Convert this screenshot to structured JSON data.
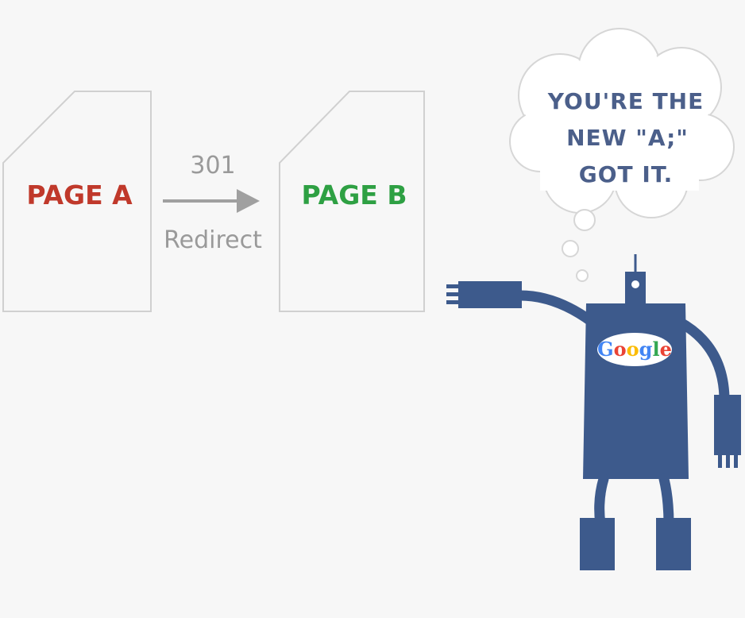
{
  "pages": {
    "source": {
      "label": "PAGE A",
      "color": "#c0392b"
    },
    "target": {
      "label": "PAGE B",
      "color": "#2ea043"
    }
  },
  "redirect": {
    "code": "301",
    "label": "Redirect"
  },
  "thought_bubble": {
    "lines": [
      "YOU'RE THE",
      "NEW \"A;\"",
      "GOT IT."
    ]
  },
  "robot": {
    "logo": "Google",
    "body_color": "#3d5a8c"
  },
  "colors": {
    "background": "#f7f7f7",
    "page_fill": "#f7f7f7",
    "page_stroke": "#d0d0d0",
    "arrow": "#a0a0a0"
  }
}
